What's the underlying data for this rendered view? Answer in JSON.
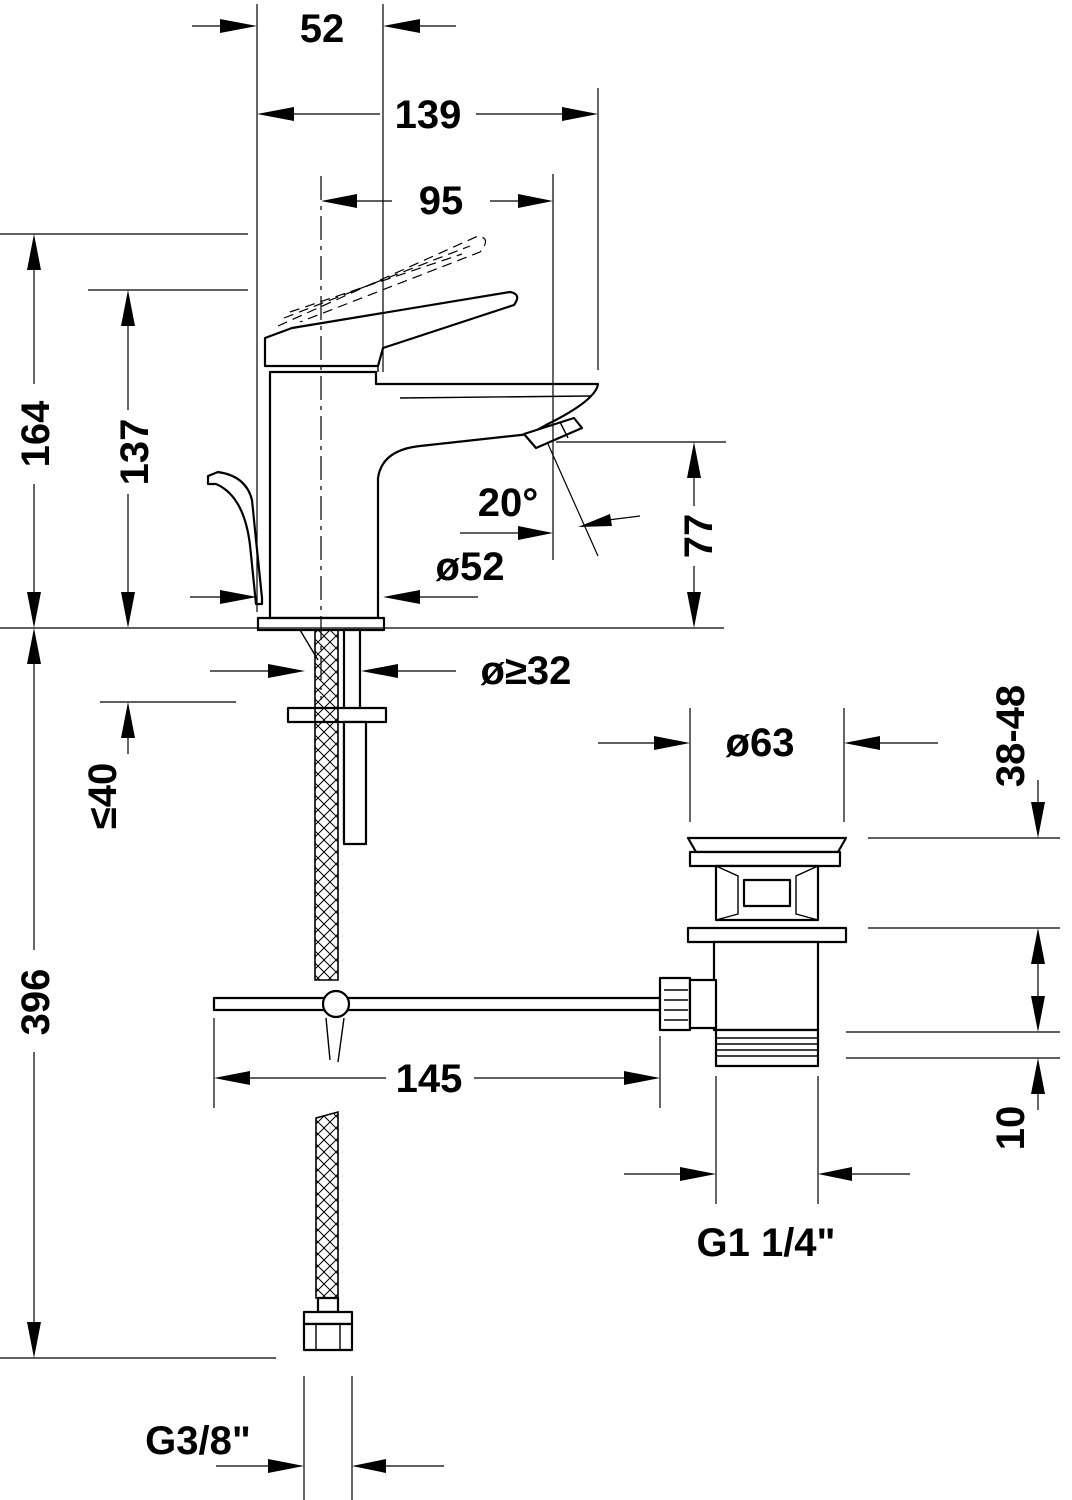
{
  "dimensions": {
    "top_offset": "52",
    "overall_depth": "139",
    "spout_reach": "95",
    "total_height": "164",
    "body_height": "137",
    "spout_height": "77",
    "spray_angle": "20°",
    "body_diameter": "ø52",
    "hole_diameter": "ø≥32",
    "deck_thickness": "≤40",
    "waste_diameter": "ø63",
    "waste_range": "38-48",
    "hose_length": "396",
    "rod_length": "145",
    "thread_length": "10",
    "waste_thread": "G1 1/4\"",
    "supply_thread": "G3/8\""
  }
}
